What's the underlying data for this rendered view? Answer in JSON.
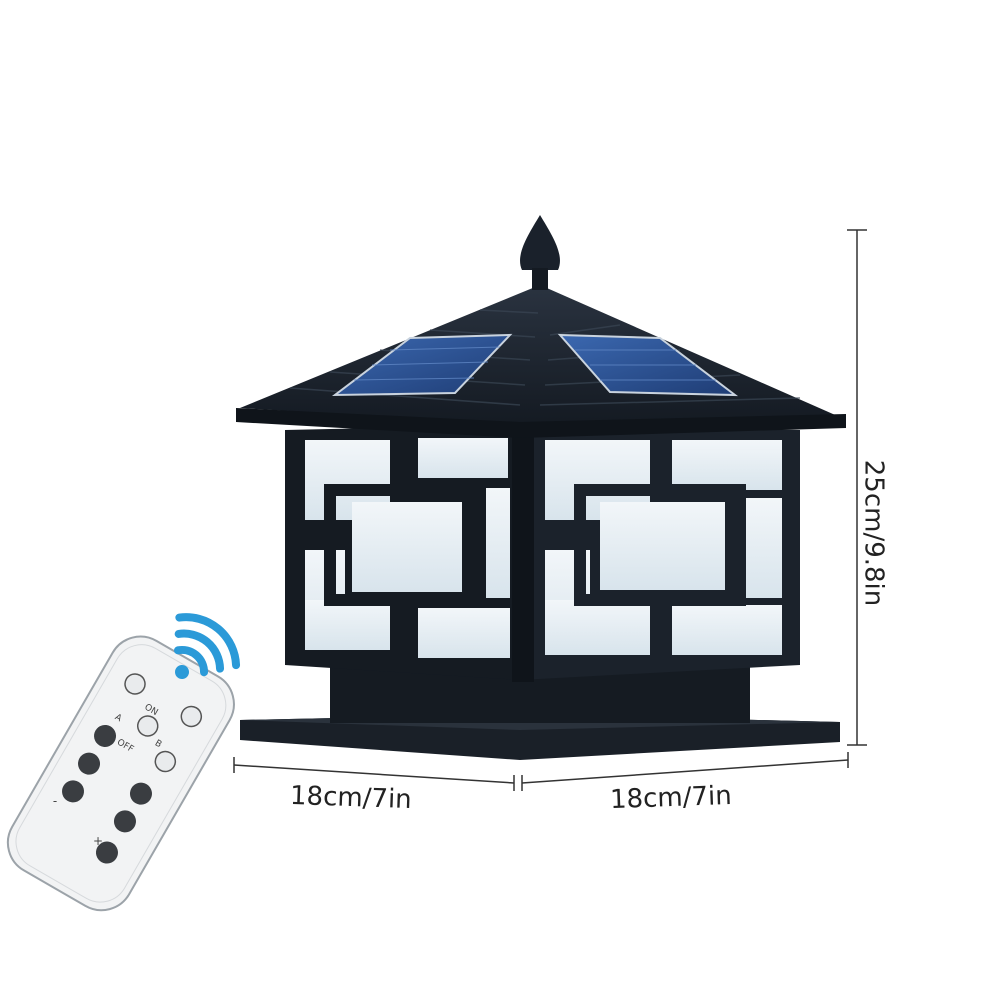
{
  "dimensions": {
    "width_left": "18cm/7in",
    "width_right": "18cm/7in",
    "height": "25cm/9.8in"
  },
  "remote": {
    "buttons": [
      "A",
      "ON",
      "OFF",
      "B",
      "-",
      "+"
    ]
  },
  "colors": {
    "frame": "#1c2430",
    "glass": "#e8f0f5",
    "solar_panel": "#2a4f8f",
    "wifi_signal": "#2b9ad8"
  },
  "icons": [
    "wifi-signal-icon"
  ]
}
